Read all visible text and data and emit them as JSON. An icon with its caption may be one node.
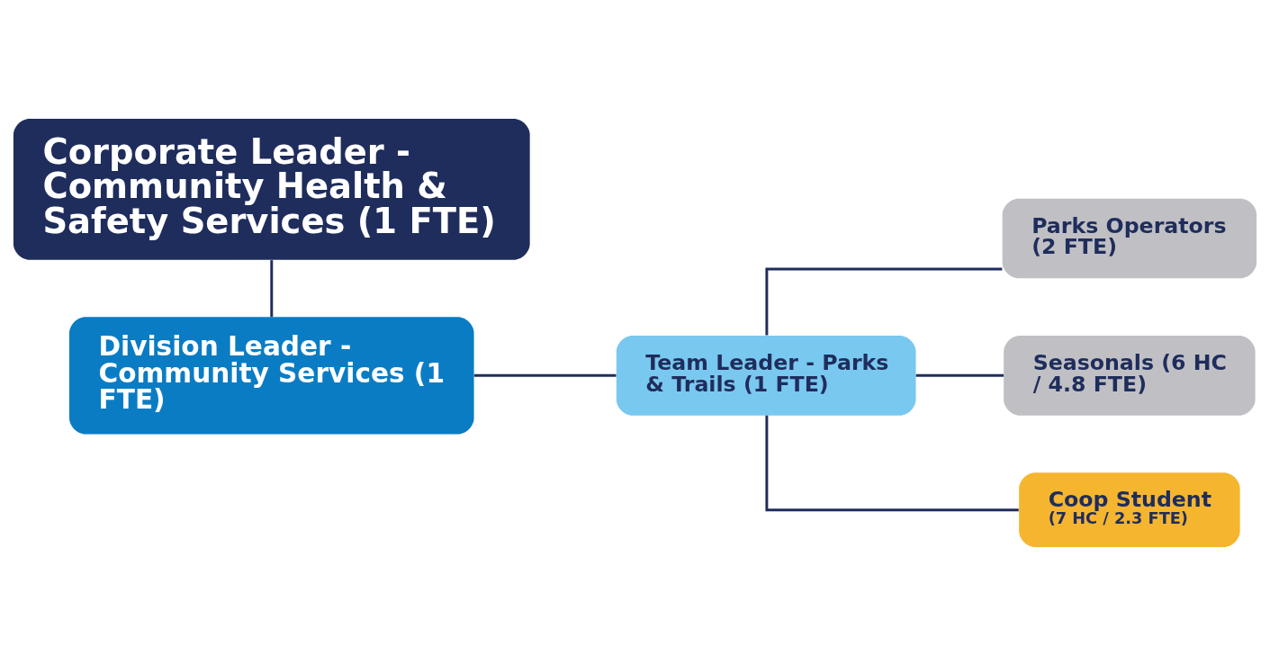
{
  "diagram": {
    "nodes": [
      {
        "text": [
          "Corporate Leader - Community Health & Safety Services (1 FTE)"
        ]
      },
      {
        "text": [
          "Division Leader - Community Services (1 FTE)"
        ]
      },
      {
        "text": [
          "Team Leader - Parks & Trails (1 FTE)"
        ]
      },
      {
        "text": [
          "Parks Operators (2 FTE)"
        ]
      },
      {
        "text": [
          "Seasonals (6 HC / 4.8 FTE)"
        ]
      },
      {
        "text": [
          "Coop Student",
          "(7 HC / 2.3 FTE)"
        ]
      }
    ],
    "edges": [
      {
        "from": 0,
        "to": 1,
        "arrow": "none"
      },
      {
        "from": 1,
        "to": 2,
        "arrow": "none"
      },
      {
        "from": 2,
        "to": 3,
        "arrow": "none"
      },
      {
        "from": 2,
        "to": 4,
        "arrow": "none"
      },
      {
        "from": 2,
        "to": 5,
        "arrow": "none"
      }
    ]
  }
}
